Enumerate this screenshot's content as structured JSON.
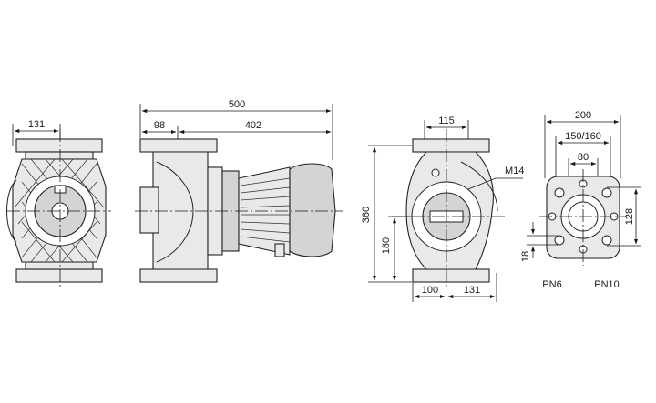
{
  "dimensions": {
    "front_width": "131",
    "overall_length": "500",
    "inlet_offset": "98",
    "motor_length": "402",
    "port_width": "115",
    "thread": "M14",
    "overall_height": "360",
    "axis_height": "180",
    "base_left": "100",
    "base_right": "131",
    "flange_outer": "200",
    "bolt_circle": "150/160",
    "flange_bore": "80",
    "flange_height": "128",
    "bolt_hole": "18"
  },
  "labels": {
    "pn_left": "PN6",
    "pn_right": "PN10"
  }
}
